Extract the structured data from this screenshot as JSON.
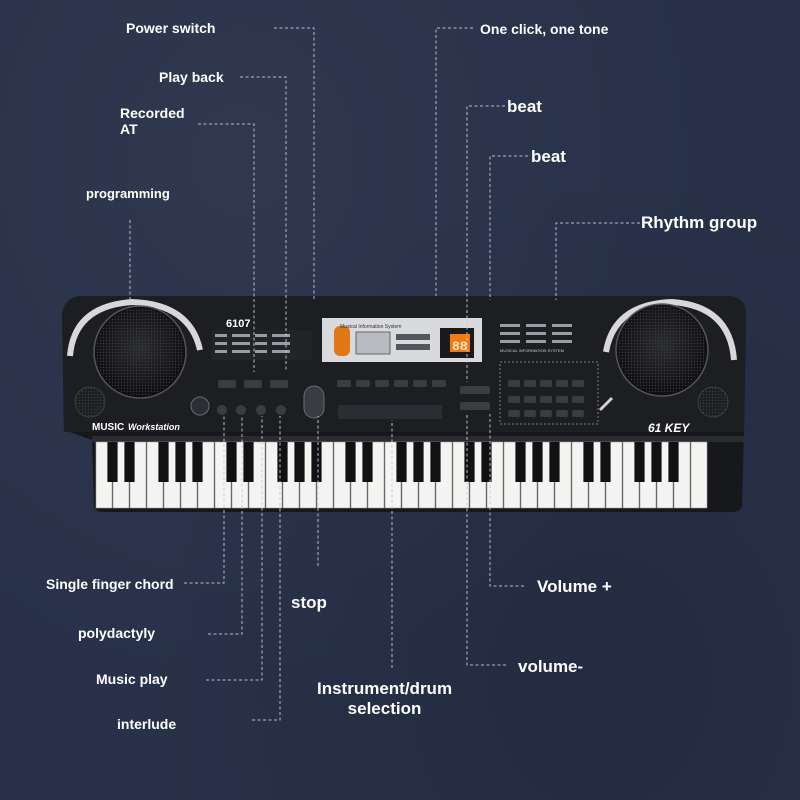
{
  "labels": {
    "power_switch": "Power switch",
    "play_back": "Play back",
    "recorded_at": "Recorded\nAT",
    "programming": "programming",
    "one_click_one_tone": "One click, one tone",
    "beat_1": "beat",
    "beat_2": "beat",
    "rhythm_group": "Rhythm group",
    "single_finger_chord": "Single finger chord",
    "stop": "stop",
    "polydactyly": "polydactyly",
    "music_play": "Music play",
    "interlude": "interlude",
    "instrument_drum_selection": "Instrument/drum\nselection",
    "volume_plus": "Volume +",
    "volume_minus": "volume-"
  },
  "keyboard": {
    "model": "6107",
    "brand": "MUSIC",
    "brand_suffix": "Workstation",
    "key_count_badge": "61 KEY",
    "display_title": "Musical Information System",
    "display_digits": "88",
    "panel_right_title": "MUSICAL INFORMATION SYSTEM",
    "white_keys": 36,
    "body_color": "#17181b",
    "display_color": "#f07a10"
  }
}
